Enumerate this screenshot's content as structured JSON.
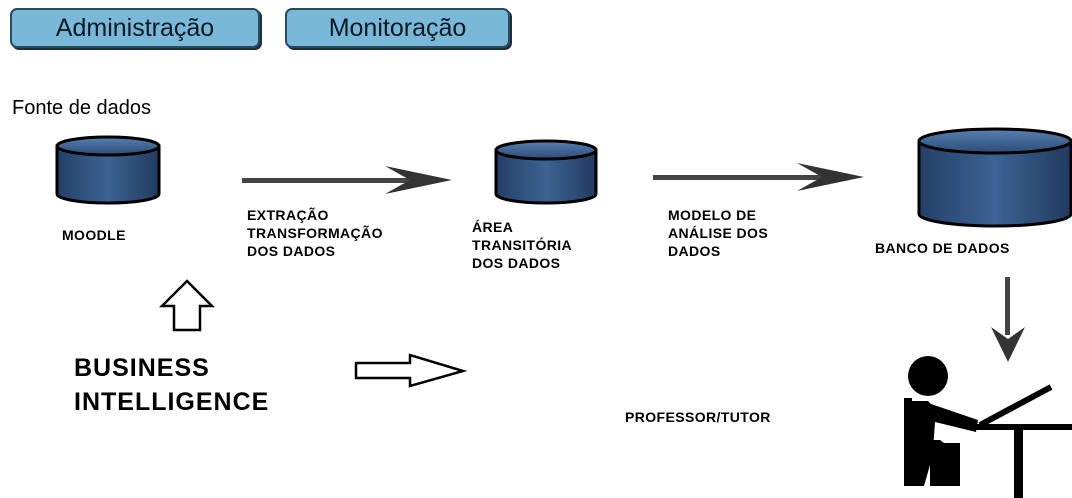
{
  "tabs": [
    {
      "label": "Administração"
    },
    {
      "label": "Monitoração"
    }
  ],
  "diagram": {
    "source_heading": "Fonte de dados",
    "nodes": {
      "moodle": "MOODLE",
      "staging": "ÁREA\nTRANSITÓRIA\nDOS DADOS",
      "database": "BANCO DE DADOS"
    },
    "edges": {
      "etl": "EXTRAÇÃO\nTRANSFORMAÇÃO\nDOS DADOS",
      "analysis_model": "MODELO DE\nANÁLISE DOS\nDADOS"
    },
    "business_intelligence": "BUSINESS\nINTELLIGENCE",
    "user": "PROFESSOR/TUTOR"
  },
  "icons": [
    "database-icon",
    "arrow-right-icon",
    "arrow-down-icon",
    "outline-arrow-up-icon",
    "outline-arrow-right-icon",
    "person-at-laptop-icon"
  ]
}
